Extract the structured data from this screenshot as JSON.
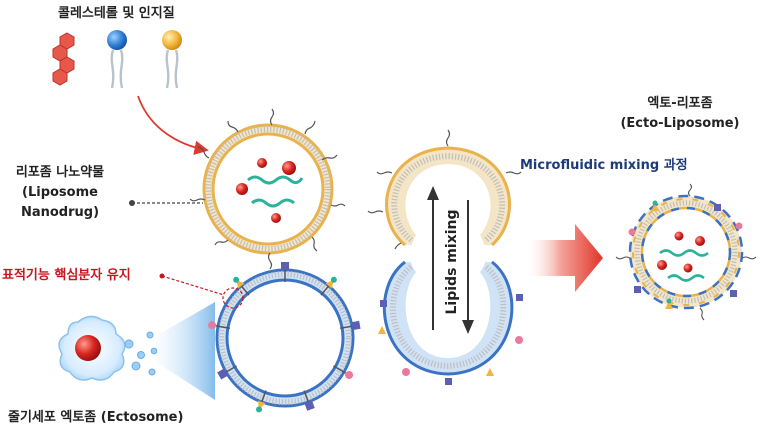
{
  "labels": {
    "cholesterol_lipids": "콜레스테롤 및 인지질",
    "liposome_line1": "리포좀 나노약물",
    "liposome_line2": "(Liposome",
    "liposome_line3": "Nanodrug)",
    "targeting_function": "표적기능 핵심분자 유지",
    "stem_cell_ectosome": "줄기세포 엑토좀 (Ectosome)",
    "lipids_mixing": "Lipids mixing",
    "microfluidic": "Microfluidic mixing 과정",
    "ecto_liposome_line1": "엑토-리포좀",
    "ecto_liposome_line2": "(Ecto-Liposome)"
  },
  "colors": {
    "liposome_membrane": "#e9b24c",
    "ectosome_membrane": "#3a72c4",
    "red_label": "#c8171e",
    "navy_label": "#1d3a7a",
    "drug_particle": "#d8261f",
    "nucleic_acid": "#2bb39a",
    "arrow": "#e03a2f"
  }
}
